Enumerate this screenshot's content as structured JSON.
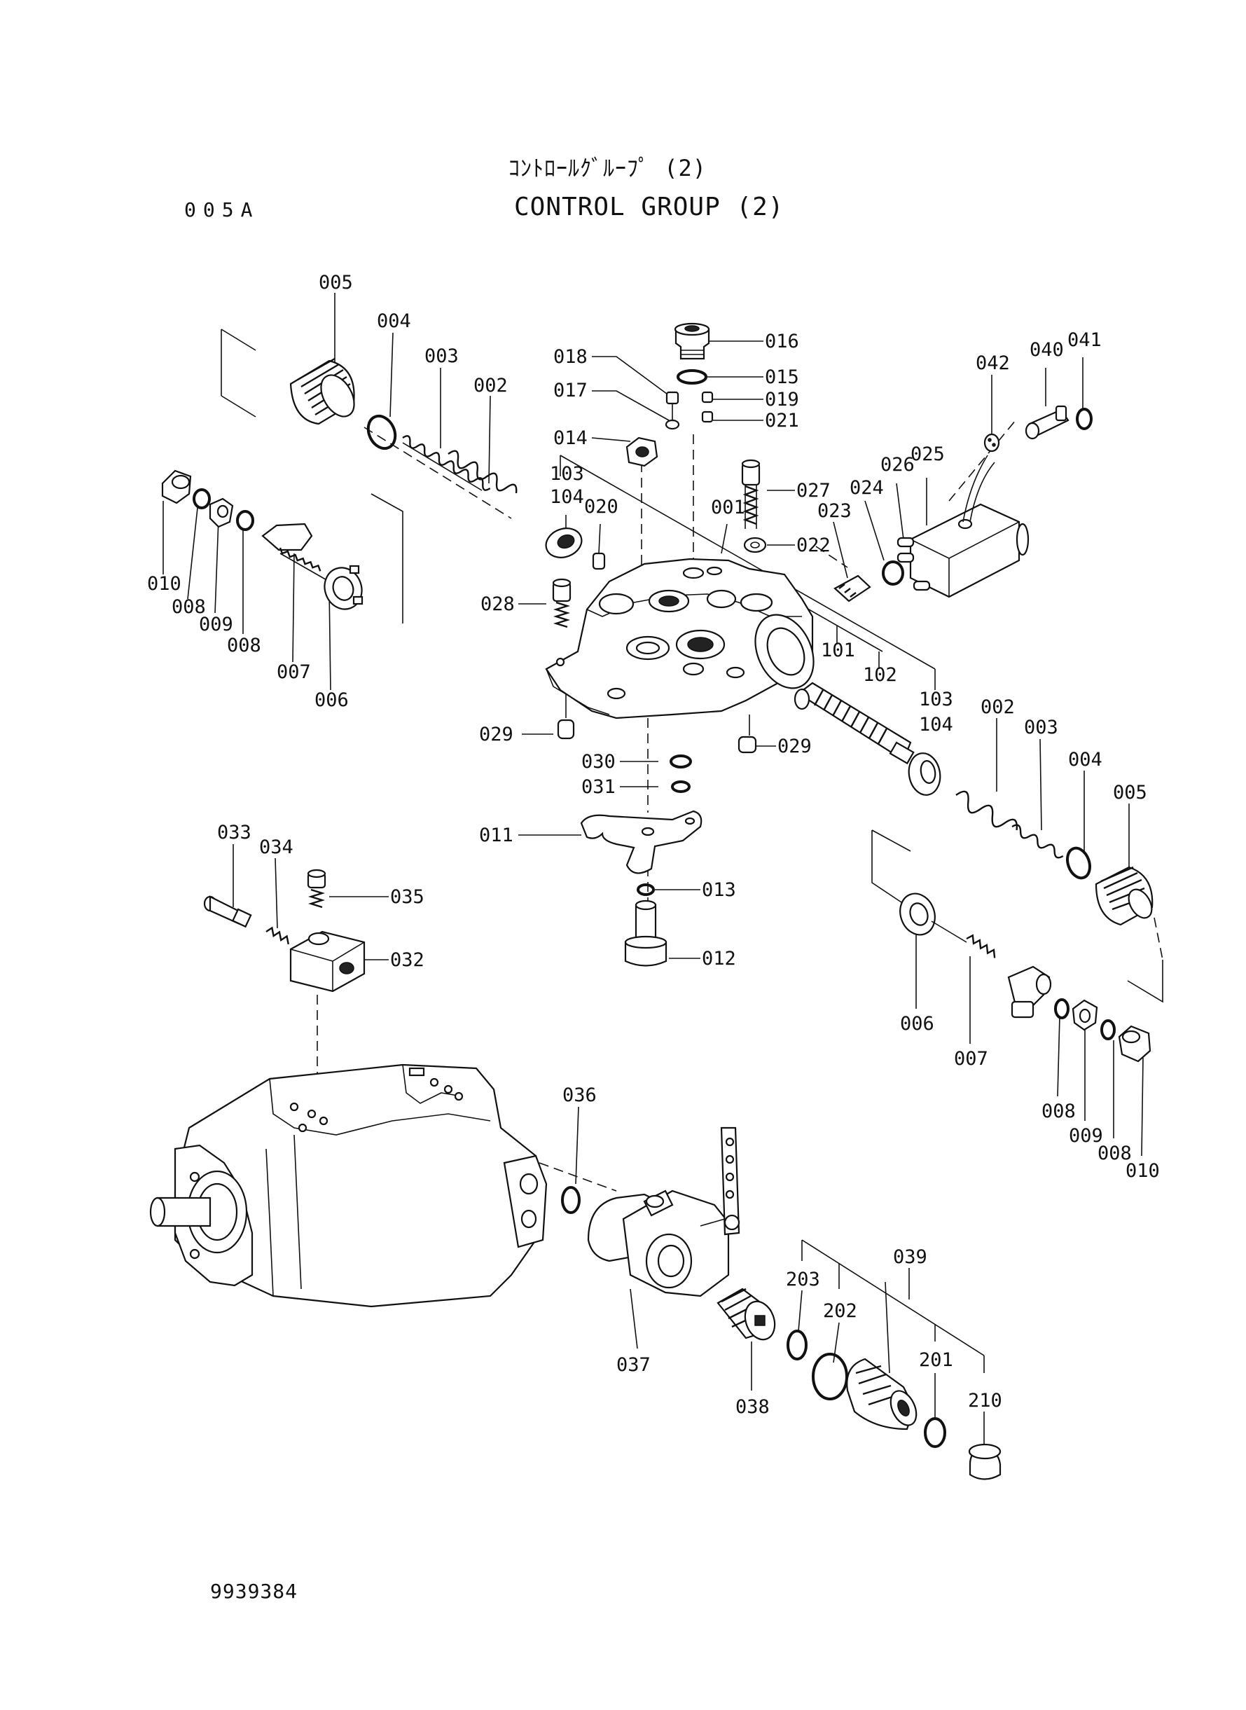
{
  "header": {
    "title_jp": "ｺﾝﾄﾛｰﾙｸﾞﾙｰﾌﾟ (2)",
    "title_en": "CONTROL GROUP (2)",
    "code": "005A"
  },
  "footer": {
    "drawing_number": "9939384"
  },
  "callouts": [
    "005",
    "004",
    "003",
    "002",
    "016",
    "018",
    "015",
    "017",
    "019",
    "021",
    "014",
    "042",
    "040",
    "041",
    "103",
    "104",
    "020",
    "027",
    "026",
    "025",
    "001",
    "024",
    "022",
    "023",
    "010",
    "008",
    "009",
    "008",
    "007",
    "006",
    "028",
    "101",
    "102",
    "103",
    "104",
    "002",
    "003",
    "004",
    "005",
    "029",
    "029",
    "030",
    "031",
    "011",
    "013",
    "012",
    "033",
    "034",
    "035",
    "032",
    "006",
    "007",
    "008",
    "009",
    "008",
    "010",
    "036",
    "037",
    "038",
    "039",
    "203",
    "202",
    "201",
    "210"
  ]
}
